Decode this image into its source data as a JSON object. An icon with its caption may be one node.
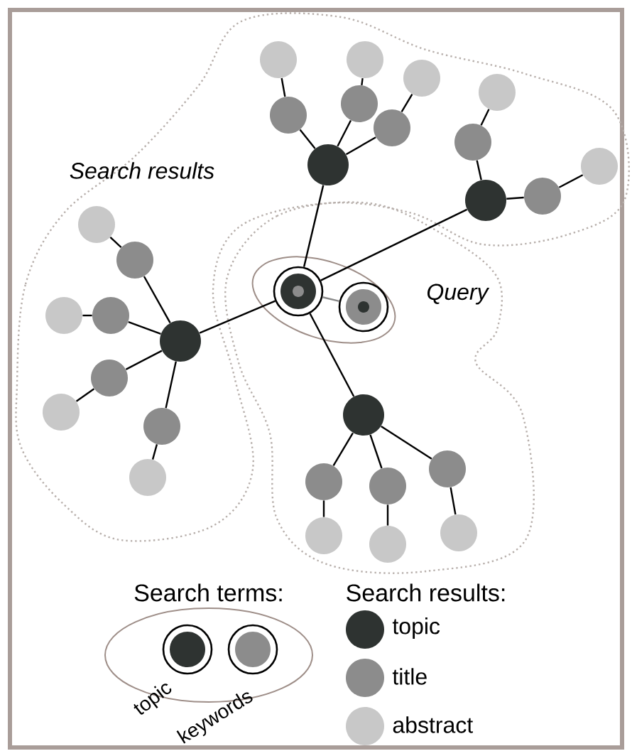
{
  "diagram": {
    "nodes": [
      {
        "text": [],
        "shape": "circle"
      },
      {
        "text": [],
        "shape": "circle"
      },
      {
        "text": [],
        "shape": "circle"
      },
      {
        "text": [],
        "shape": "circle"
      },
      {
        "text": [],
        "shape": "circle"
      },
      {
        "text": [],
        "shape": "circle"
      },
      {
        "text": [],
        "shape": "circle"
      },
      {
        "text": [],
        "shape": "circle"
      },
      {
        "text": [],
        "shape": "circle"
      },
      {
        "text": [],
        "shape": "circle"
      },
      {
        "text": [],
        "shape": "circle"
      },
      {
        "text": [],
        "shape": "circle"
      },
      {
        "text": [],
        "shape": "circle"
      },
      {
        "text": [],
        "shape": "circle"
      },
      {
        "text": [],
        "shape": "circle"
      },
      {
        "text": [],
        "shape": "circle"
      },
      {
        "text": [],
        "shape": "circle"
      },
      {
        "text": [],
        "shape": "circle"
      },
      {
        "text": [],
        "shape": "circle"
      },
      {
        "text": [],
        "shape": "circle"
      },
      {
        "text": [],
        "shape": "circle"
      },
      {
        "text": [],
        "shape": "circle"
      },
      {
        "text": [],
        "shape": "circle"
      },
      {
        "text": [],
        "shape": "circle"
      },
      {
        "text": [],
        "shape": "circle"
      },
      {
        "text": [],
        "shape": "circle"
      },
      {
        "text": [],
        "shape": "circle"
      },
      {
        "text": [],
        "shape": "circle"
      },
      {
        "text": [],
        "shape": "circle"
      },
      {
        "text": [],
        "shape": "circle"
      },
      {
        "text": [],
        "shape": "circle",
        "beside": [
          "topic"
        ]
      },
      {
        "text": [],
        "shape": "circle",
        "beside": [
          "keywords"
        ]
      }
    ],
    "edges": [
      {
        "from": 14,
        "to": 8,
        "arrow": "none"
      },
      {
        "from": 14,
        "to": 11,
        "arrow": "none"
      },
      {
        "from": 14,
        "to": 18,
        "arrow": "none"
      },
      {
        "from": 14,
        "to": 21,
        "arrow": "none"
      },
      {
        "from": 14,
        "to": 15,
        "arrow": "none",
        "color": "#8a8a8a"
      },
      {
        "from": 8,
        "to": 5,
        "arrow": "none"
      },
      {
        "from": 5,
        "to": 0,
        "arrow": "none"
      },
      {
        "from": 8,
        "to": 4,
        "arrow": "none"
      },
      {
        "from": 4,
        "to": 1,
        "arrow": "none"
      },
      {
        "from": 8,
        "to": 6,
        "arrow": "none"
      },
      {
        "from": 6,
        "to": 2,
        "arrow": "none"
      },
      {
        "from": 11,
        "to": 7,
        "arrow": "none"
      },
      {
        "from": 7,
        "to": 3,
        "arrow": "none"
      },
      {
        "from": 11,
        "to": 10,
        "arrow": "none"
      },
      {
        "from": 10,
        "to": 9,
        "arrow": "none"
      },
      {
        "from": 18,
        "to": 13,
        "arrow": "none"
      },
      {
        "from": 13,
        "to": 12,
        "arrow": "none"
      },
      {
        "from": 18,
        "to": 17,
        "arrow": "none"
      },
      {
        "from": 17,
        "to": 16,
        "arrow": "none"
      },
      {
        "from": 18,
        "to": 19,
        "arrow": "none"
      },
      {
        "from": 19,
        "to": 20,
        "arrow": "none"
      },
      {
        "from": 18,
        "to": 22,
        "arrow": "none"
      },
      {
        "from": 22,
        "to": 24,
        "arrow": "none"
      },
      {
        "from": 21,
        "to": 25,
        "arrow": "none"
      },
      {
        "from": 25,
        "to": 28,
        "arrow": "none"
      },
      {
        "from": 21,
        "to": 26,
        "arrow": "none"
      },
      {
        "from": 26,
        "to": 29,
        "arrow": "none"
      },
      {
        "from": 21,
        "to": 23,
        "arrow": "none"
      },
      {
        "from": 23,
        "to": 27,
        "arrow": "none"
      }
    ],
    "labels": [
      "Search results",
      "Query",
      "Search terms:",
      "Search results:"
    ],
    "legend": [
      {
        "text": "topic",
        "color": "#2e3331"
      },
      {
        "text": "title",
        "color": "#8c8c8c"
      },
      {
        "text": "abstract",
        "color": "#c8c8c8"
      }
    ]
  }
}
